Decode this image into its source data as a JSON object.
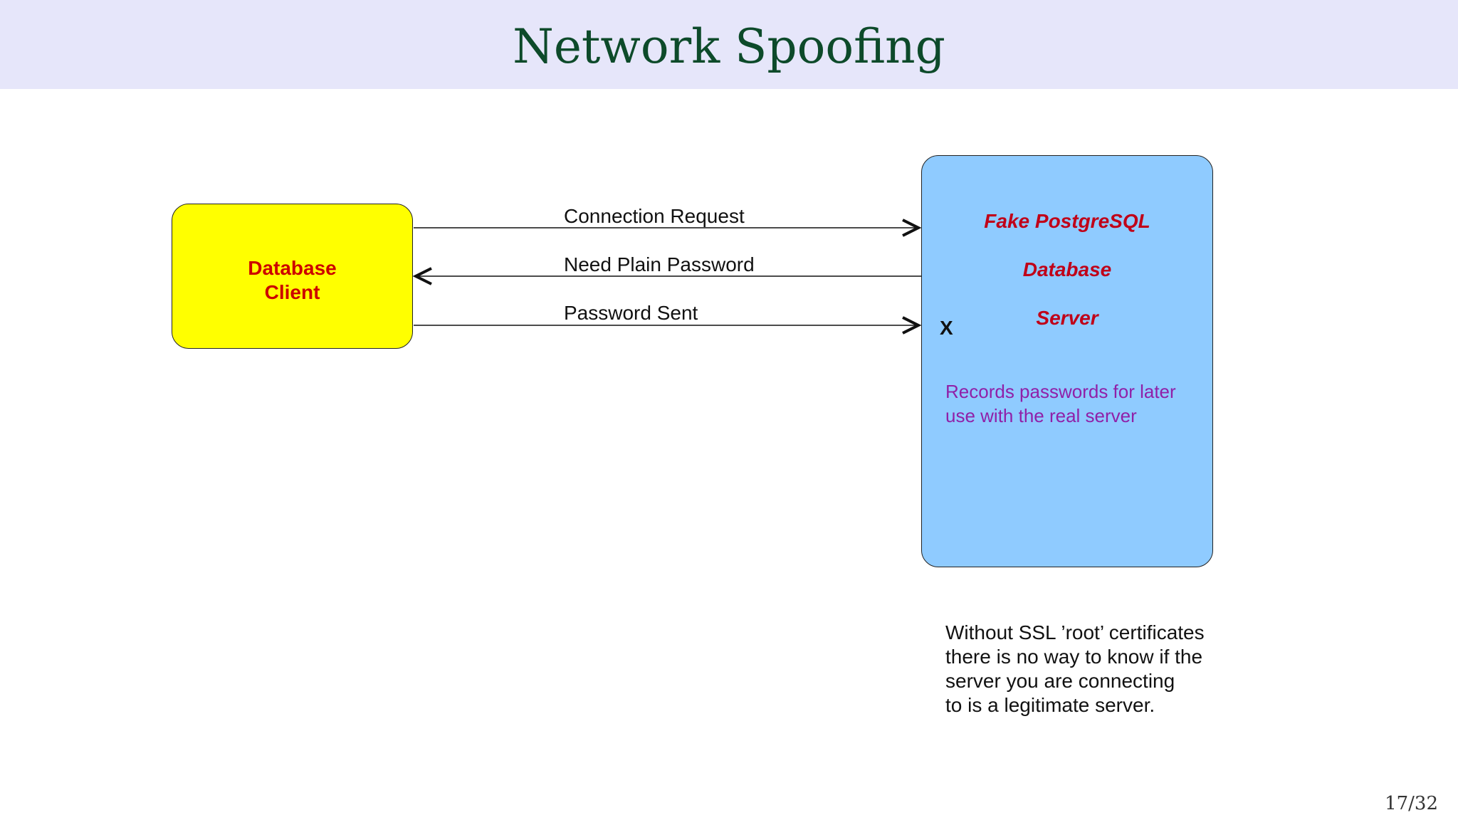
{
  "slide": {
    "title": "Network Spoofing",
    "page_number": "17/32"
  },
  "client": {
    "line1": "Database",
    "line2": "Client",
    "fill": "#ffff00",
    "text_color": "#cc0000"
  },
  "server": {
    "line1": "Fake PostgreSQL",
    "line2": "Database",
    "line3": "Server",
    "note_line1": "Records passwords for later",
    "note_line2": "use with the real server",
    "fill": "#8fcbff",
    "text_color": "#c00018",
    "note_color": "#9020a8"
  },
  "messages": [
    {
      "label": "Connection Request",
      "direction": "client-to-server"
    },
    {
      "label": "Need Plain Password",
      "direction": "server-to-client"
    },
    {
      "label": "Password Sent",
      "direction": "client-to-server"
    }
  ],
  "x_marker": "X",
  "caption": {
    "line1": "Without SSL ’root’ certificates",
    "line2": "there is no way to know if the",
    "line3": "server you are connecting",
    "line4": "to is a legitimate server."
  }
}
